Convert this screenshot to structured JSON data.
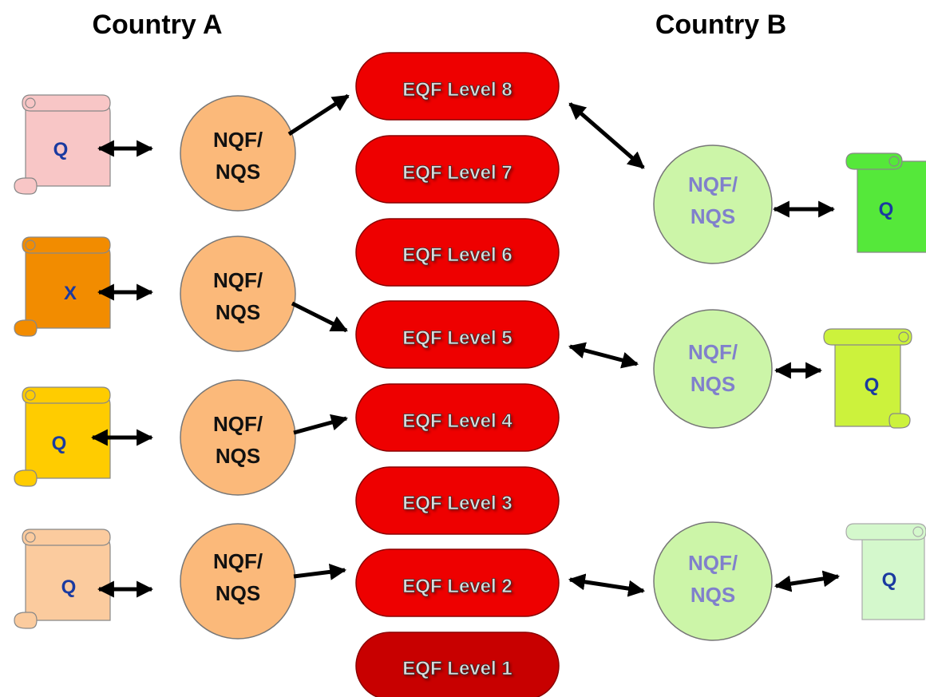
{
  "titles": {
    "country_a": "Country A",
    "country_b": "Country B"
  },
  "eqf_levels": [
    {
      "label": "EQF Level 8",
      "color": "#ee0000"
    },
    {
      "label": "EQF Level 7",
      "color": "#ee0000"
    },
    {
      "label": "EQF Level 6",
      "color": "#ee0000"
    },
    {
      "label": "EQF Level 5",
      "color": "#ee0000"
    },
    {
      "label": "EQF Level 4",
      "color": "#ee0000"
    },
    {
      "label": "EQF Level 3",
      "color": "#ee0000"
    },
    {
      "label": "EQF Level 2",
      "color": "#ee0000"
    },
    {
      "label": "EQF Level 1",
      "color": "#c80000"
    }
  ],
  "country_a": {
    "framework_color": "#fbb97a",
    "framework_text_color": "#111111",
    "rows": [
      {
        "framework_label": [
          "NQF/",
          "NQS"
        ],
        "qualification": {
          "label": "Q",
          "color": "#f8c6c6"
        },
        "links_to": "EQF Level 8"
      },
      {
        "framework_label": [
          "NQF/",
          "NQS"
        ],
        "qualification": {
          "label": "X",
          "color": "#f28c00"
        },
        "links_to": "EQF Level 5"
      },
      {
        "framework_label": [
          "NQF/",
          "NQS"
        ],
        "qualification": {
          "label": "Q",
          "color": "#ffcc00"
        },
        "links_to": "EQF Level 4"
      },
      {
        "framework_label": [
          "NQF/",
          "NQS"
        ],
        "qualification": {
          "label": "Q",
          "color": "#fbcb9e"
        },
        "links_to": "EQF Level 2"
      }
    ]
  },
  "country_b": {
    "framework_color": "#ccf5a8",
    "framework_text_color": "#8080cc",
    "rows": [
      {
        "framework_label": [
          "NQF/",
          "NQS"
        ],
        "qualification": {
          "label": "Q",
          "color": "#55e83a"
        },
        "links_to": "EQF Level 8"
      },
      {
        "framework_label": [
          "NQF/",
          "NQS"
        ],
        "qualification": {
          "label": "Q",
          "color": "#ccf23c"
        },
        "links_to": "EQF Level 5"
      },
      {
        "framework_label": [
          "NQF/",
          "NQS"
        ],
        "qualification": {
          "label": "Q",
          "color": "#d4f8cc"
        },
        "links_to": "EQF Level 2"
      }
    ]
  },
  "colors": {
    "arrow": "#000000",
    "scroll_letter": "#1a3aa0",
    "eqf_text": "#dddddd"
  }
}
